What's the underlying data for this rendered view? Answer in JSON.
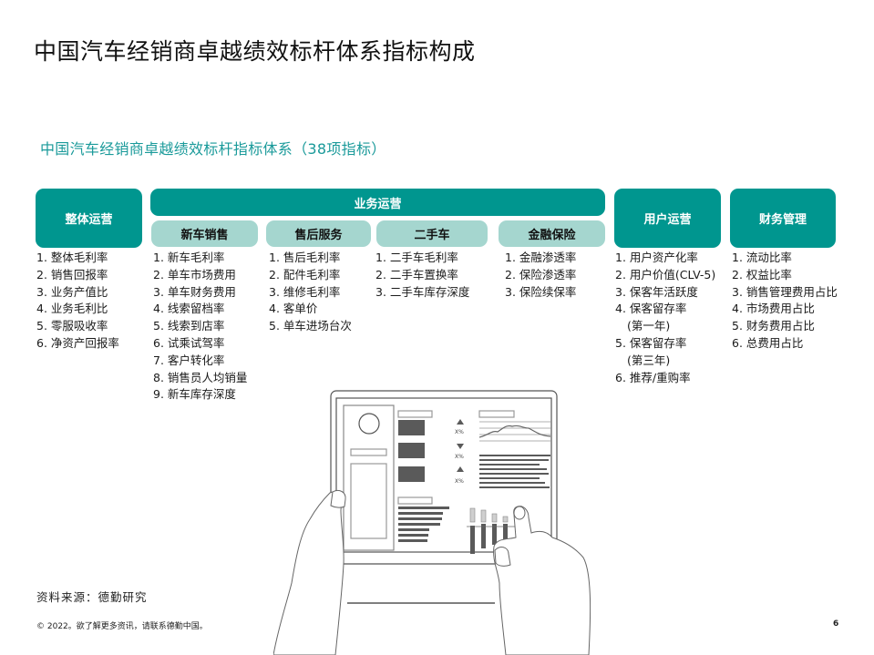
{
  "page": {
    "title": "中国汽车经销商卓越绩效标杆体系指标构成",
    "subtitle": "中国汽车经销商卓越绩效标杆指标体系（38项指标）"
  },
  "colors": {
    "dark_teal": "#00968f",
    "light_teal": "#a5d6cf",
    "subtitle_teal": "#1a9a9a"
  },
  "categories": {
    "overall": {
      "label": "整体运营",
      "items": [
        "1. 整体毛利率",
        "2. 销售回报率",
        "3. 业务产值比",
        "4. 业务毛利比",
        "5. 零服吸收率",
        "6. 净资产回报率"
      ]
    },
    "business": {
      "label": "业务运营",
      "sub": {
        "new_car": {
          "label": "新车销售",
          "items": [
            "1. 新车毛利率",
            "2. 单车市场费用",
            "3. 单车财务费用",
            "4. 线索留档率",
            "5. 线索到店率",
            "6. 试乘试驾率",
            "7. 客户转化率",
            "8. 销售员人均销量",
            "9. 新车库存深度"
          ]
        },
        "after_sales": {
          "label": "售后服务",
          "items": [
            "1. 售后毛利率",
            "2. 配件毛利率",
            "3. 维修毛利率",
            "4. 客单价",
            "5. 单车进场台次"
          ]
        },
        "used_car": {
          "label": "二手车",
          "items": [
            "1. 二手车毛利率",
            "2. 二手车置换率",
            "3. 二手车库存深度"
          ]
        },
        "finance": {
          "label": "金融保险",
          "items": [
            "1. 金融渗透率",
            "2. 保险渗透率",
            "3. 保险续保率"
          ]
        }
      }
    },
    "user": {
      "label": "用户运营",
      "items": [
        "1. 用户资产化率",
        "2. 用户价值(CLV-5)",
        "3. 保客年活跃度",
        "4. 保客留存率",
        "(第一年)",
        "5. 保客留存率",
        "(第三年)",
        "6. 推荐/重购率"
      ]
    },
    "financial": {
      "label": "财务管理",
      "items": [
        "1. 流动比率",
        "2. 权益比率",
        "3. 销售管理费用占比",
        "4. 市场费用占比",
        "5. 财务费用占比",
        "6. 总费用占比"
      ]
    }
  },
  "illustration": {
    "kpi_labels": [
      "X%",
      "X%",
      "X%"
    ]
  },
  "footer": {
    "source": "资料来源：德勤研究",
    "copyright": "© 2022。欲了解更多资讯，请联系德勤中国。",
    "page_number": "6"
  }
}
